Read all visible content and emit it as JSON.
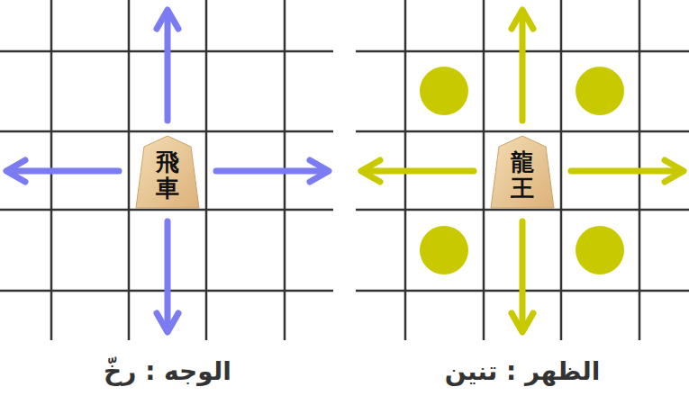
{
  "diagram": {
    "nodes": [
      {
        "text": [
          "飛車"
        ]
      },
      {
        "text": [
          "龍王"
        ]
      }
    ],
    "labels": [
      "الوجه : رخّ",
      "الظهر : تنين"
    ]
  }
}
